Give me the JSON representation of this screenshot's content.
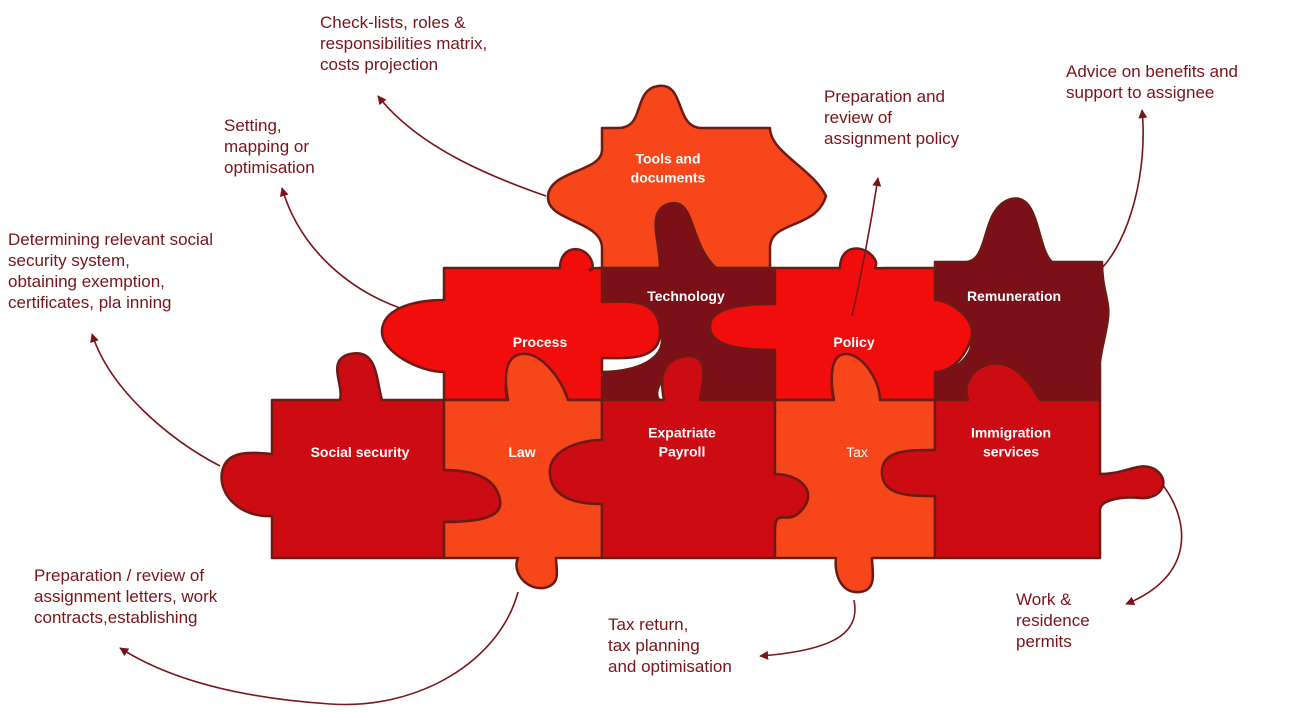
{
  "colors": {
    "orange": "#f7461a",
    "red": "#f20d0d",
    "crimson": "#cc0c12",
    "maroon": "#7b1018",
    "outline": "#6e1a14",
    "text": "#7a1418",
    "arrow": "#7a1418"
  },
  "pieces": {
    "tools": "Tools and\ndocuments",
    "technology": "Technology",
    "remuneration": "Remuneration",
    "process": "Process",
    "policy": "Policy",
    "social": "Social security",
    "law": "Law",
    "payroll": "Expatriate\nPayroll",
    "tax": "Tax",
    "immigration": "Immigration\nservices"
  },
  "notes": {
    "tools": "Check-lists, roles &\nresponsibilities matrix,\ncosts projection",
    "policy": "Preparation and\nreview of\nassignment policy",
    "remuneration": "Advice on benefits and\nsupport to assignee",
    "process": "Setting,\nmapping or\noptimisation",
    "social": "Determining relevant social\nsecurity system,\nobtaining exemption,\ncertificates, pla inning",
    "law": "Preparation / review of\nassignment letters, work\ncontracts,establishing",
    "tax": "Tax return,\ntax planning\nand optimisation",
    "immigration": "Work &\nresidence\npermits"
  }
}
